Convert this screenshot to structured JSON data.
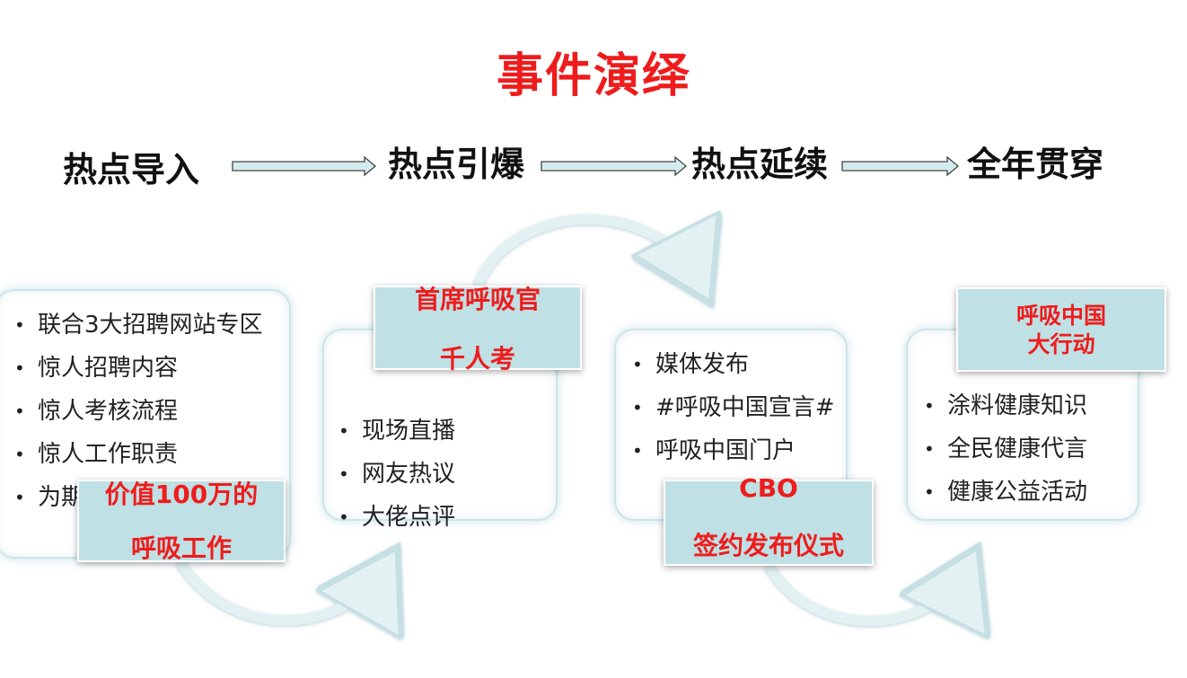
{
  "title": "事件演绎",
  "stages": [
    "热点导入",
    "热点引爆",
    "热点延续",
    "全年贯穿"
  ],
  "boxes": [
    {
      "items": [
        "联合3大招聘网站专区",
        "惊人招聘内容",
        "惊人考核流程",
        "惊人工作职责",
        "为期"
      ],
      "tag": [
        "价值100万的",
        "呼吸工作"
      ]
    },
    {
      "items": [
        "现场直播",
        "网友热议",
        "大佬点评"
      ],
      "tag": [
        "首席呼吸官",
        "千人考"
      ]
    },
    {
      "items": [
        "媒体发布",
        "#呼吸中国宣言#",
        "呼吸中国门户"
      ],
      "tag": [
        "CBO",
        "签约发布仪式"
      ]
    },
    {
      "items": [
        "涂料健康知识",
        "全民健康代言",
        "健康公益活动"
      ],
      "tag": [
        "呼吸中国",
        "大行动"
      ]
    }
  ],
  "colors": {
    "title": "#ee1c1c",
    "tag_fill": "#bfe0e4",
    "box_border": "#cfe4e8",
    "arrow_fill": "#d5ecee"
  }
}
